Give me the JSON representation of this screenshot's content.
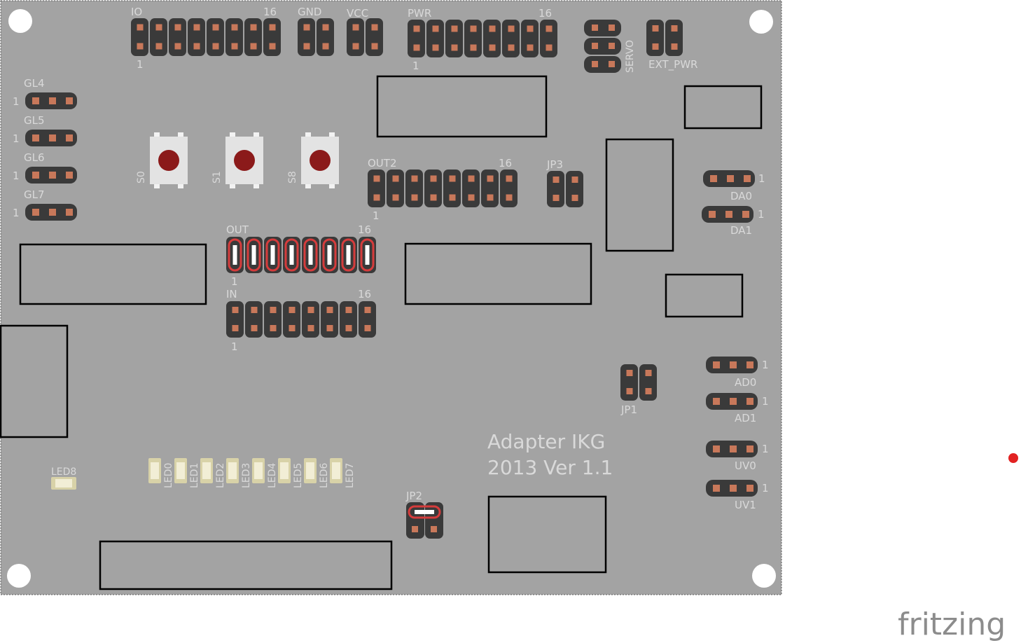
{
  "board": {
    "title_line1": "Adapter IKG",
    "title_line2": "2013 Ver 1.1",
    "colors": {
      "pcb": "#a3a3a3",
      "silkscreen": "#d9d9d9",
      "header_body": "#3a3a3a",
      "pad": "#c8785a",
      "button_cap": "#8b1a1a",
      "jumper_highlight": "#d63c3c",
      "led_body": "#f2eed6"
    },
    "headers": {
      "io": {
        "label": "IO",
        "pin_first": "1",
        "pin_last": "16"
      },
      "gnd": {
        "label": "GND"
      },
      "vcc": {
        "label": "VCC"
      },
      "pwr": {
        "label": "PWR",
        "pin_first": "1",
        "pin_last": "16"
      },
      "servo": {
        "label": "SERVO"
      },
      "ext_pwr": {
        "label": "EXT_PWR"
      },
      "out2": {
        "label": "OUT2",
        "pin_first": "1",
        "pin_last": "16"
      },
      "jp3": {
        "label": "JP3"
      },
      "out": {
        "label": "OUT",
        "pin_first": "1",
        "pin_last": "16"
      },
      "in": {
        "label": "IN",
        "pin_first": "1",
        "pin_last": "16"
      },
      "jp1": {
        "label": "JP1"
      },
      "jp2": {
        "label": "JP2"
      }
    },
    "gl_headers": [
      {
        "label": "GL4",
        "pin": "1"
      },
      {
        "label": "GL5",
        "pin": "1"
      },
      {
        "label": "GL6",
        "pin": "1"
      },
      {
        "label": "GL7",
        "pin": "1"
      }
    ],
    "right_headers": [
      {
        "label": "DA0",
        "pin": "1"
      },
      {
        "label": "DA1",
        "pin": "1"
      },
      {
        "label": "AD0",
        "pin": "1"
      },
      {
        "label": "AD1",
        "pin": "1"
      },
      {
        "label": "UV0",
        "pin": "1"
      },
      {
        "label": "UV1",
        "pin": "1"
      }
    ],
    "buttons": [
      "S0",
      "S1",
      "S8"
    ],
    "leds": [
      "LED0",
      "LED1",
      "LED2",
      "LED3",
      "LED4",
      "LED5",
      "LED6",
      "LED7"
    ],
    "led8": "LED8"
  },
  "footer": {
    "logo_text": "fritzing"
  }
}
